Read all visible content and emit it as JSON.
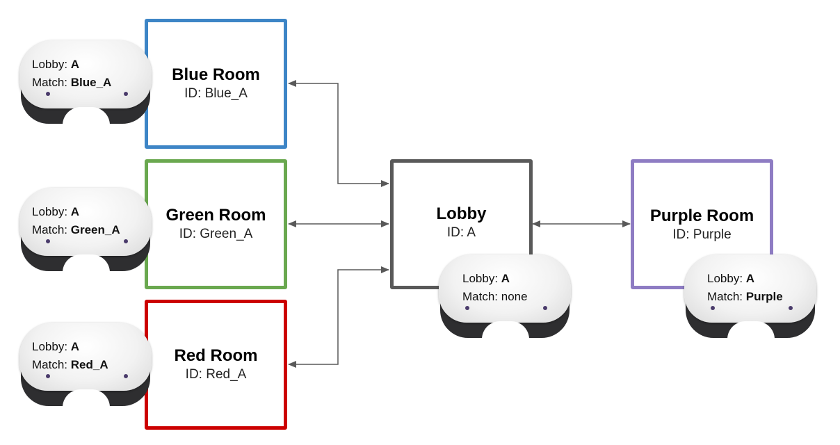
{
  "colors": {
    "blue": "#3d85c6",
    "green": "#6aa84f",
    "red": "#cc0000",
    "lobby": "#595959",
    "purple": "#8e7cc3",
    "arrow": "#595959"
  },
  "rooms": {
    "blue": {
      "title": "Blue Room",
      "id": "ID: Blue_A"
    },
    "green": {
      "title": "Green Room",
      "id": "ID: Green_A"
    },
    "red": {
      "title": "Red Room",
      "id": "ID: Red_A"
    },
    "lobby": {
      "title": "Lobby",
      "id": "ID: A"
    },
    "purple": {
      "title": "Purple Room",
      "id": "ID: Purple"
    }
  },
  "headsets": {
    "blue": {
      "lobby_label": "Lobby: ",
      "lobby_value": "A",
      "match_label": "Match: ",
      "match_value": "Blue_A"
    },
    "green": {
      "lobby_label": "Lobby: ",
      "lobby_value": "A",
      "match_label": "Match: ",
      "match_value": "Green_A"
    },
    "red": {
      "lobby_label": "Lobby: ",
      "lobby_value": "A",
      "match_label": "Match: ",
      "match_value": "Red_A"
    },
    "lobby": {
      "lobby_label": "Lobby: ",
      "lobby_value": "A",
      "match_label": "Match: ",
      "match_value": "none"
    },
    "purple": {
      "lobby_label": "Lobby: ",
      "lobby_value": "A",
      "match_label": "Match: ",
      "match_value": "Purple"
    }
  },
  "connections": [
    {
      "from": "lobby",
      "to": "blue",
      "bidirectional": true
    },
    {
      "from": "lobby",
      "to": "green",
      "bidirectional": true
    },
    {
      "from": "lobby",
      "to": "red",
      "bidirectional": true
    },
    {
      "from": "lobby",
      "to": "purple",
      "bidirectional": true
    }
  ]
}
